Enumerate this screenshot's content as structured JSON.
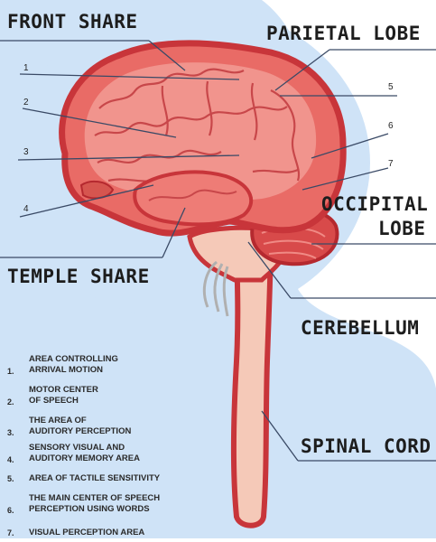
{
  "region_labels": {
    "front_share": "FRONT SHARE",
    "parietal_lobe": "PARIETAL LOBE",
    "occipital_lobe_line1": "OCCIPITAL",
    "occipital_lobe_line2": "LOBE",
    "temple_share": "TEMPLE SHARE",
    "cerebellum": "CEREBELLUM",
    "spinal_cord": "SPINAL CORD"
  },
  "callout_numbers": [
    "1",
    "2",
    "3",
    "4",
    "5",
    "6",
    "7"
  ],
  "legend": [
    {
      "num": "1.",
      "text": "AREA CONTROLLING\nARRIVAL MOTION"
    },
    {
      "num": "2.",
      "text": "MOTOR CENTER\nOF SPEECH"
    },
    {
      "num": "3.",
      "text": "THE AREA OF\nAUDITORY PERCEPTION"
    },
    {
      "num": "4.",
      "text": "SENSORY VISUAL AND\nAUDITORY MEMORY AREA"
    },
    {
      "num": "5.",
      "text": "AREA OF TACTILE SENSITIVITY"
    },
    {
      "num": "6.",
      "text": "THE MAIN CENTER OF SPEECH\nPERCEPTION USING WORDS"
    },
    {
      "num": "7.",
      "text": "VISUAL PERCEPTION AREA"
    }
  ],
  "colors": {
    "background_blob": "#cfe3f7",
    "brain_outline": "#c8353a",
    "brain_fill": "#e96b66",
    "brain_light": "#f4a09a",
    "stem_fill": "#f5c9b8",
    "leader_line": "#3a4a66"
  }
}
